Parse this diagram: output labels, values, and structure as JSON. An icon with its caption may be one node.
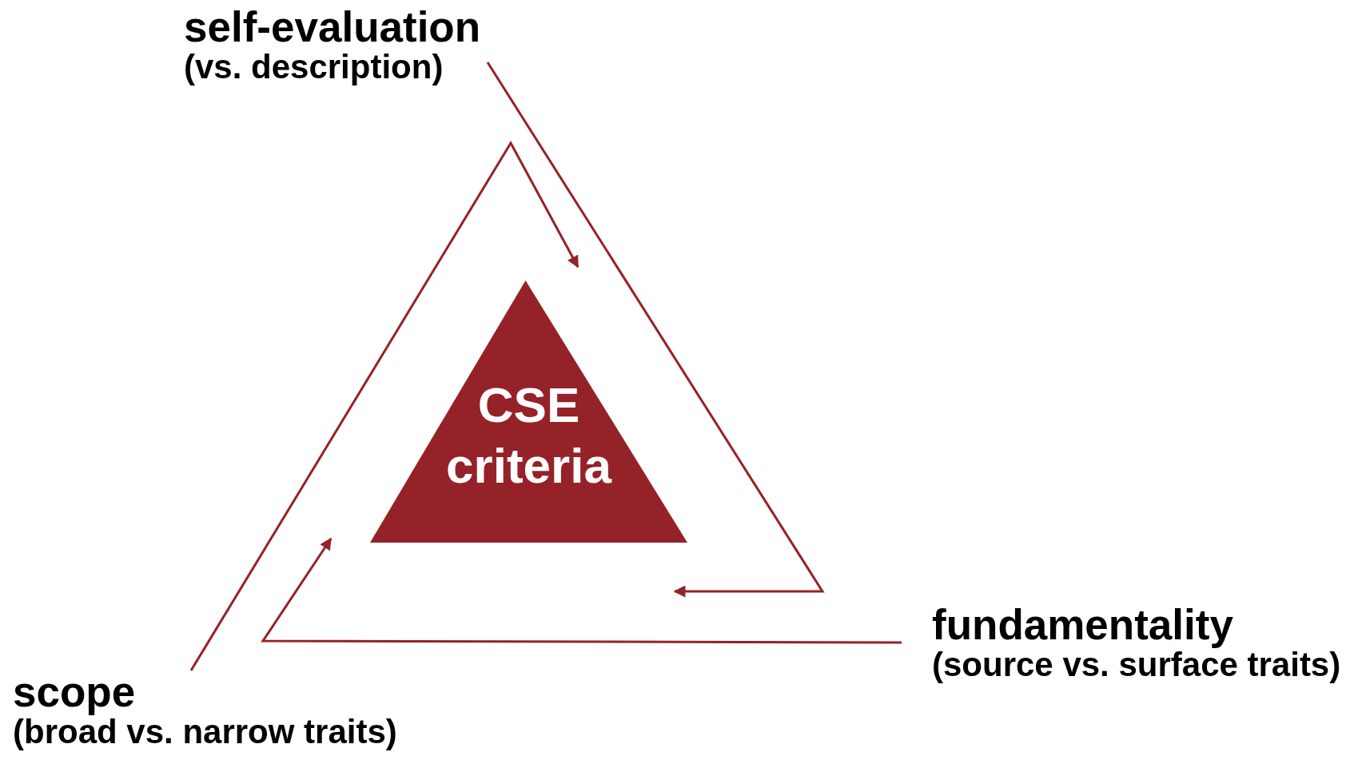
{
  "diagram": {
    "nodes": [
      {
        "text": [
          "self-evaluation",
          "(vs. description)"
        ]
      },
      {
        "text": [
          "CSE criteria"
        ]
      },
      {
        "text": [
          "fundamentality",
          "(source vs. surface traits)"
        ]
      },
      {
        "text": [
          "scope",
          "(broad vs. narrow traits)"
        ]
      }
    ],
    "edges": [
      {
        "from": 0,
        "to": null,
        "arrow": "to"
      },
      {
        "from": 2,
        "to": null,
        "arrow": "to"
      },
      {
        "from": 3,
        "to": null,
        "arrow": "to"
      }
    ]
  }
}
